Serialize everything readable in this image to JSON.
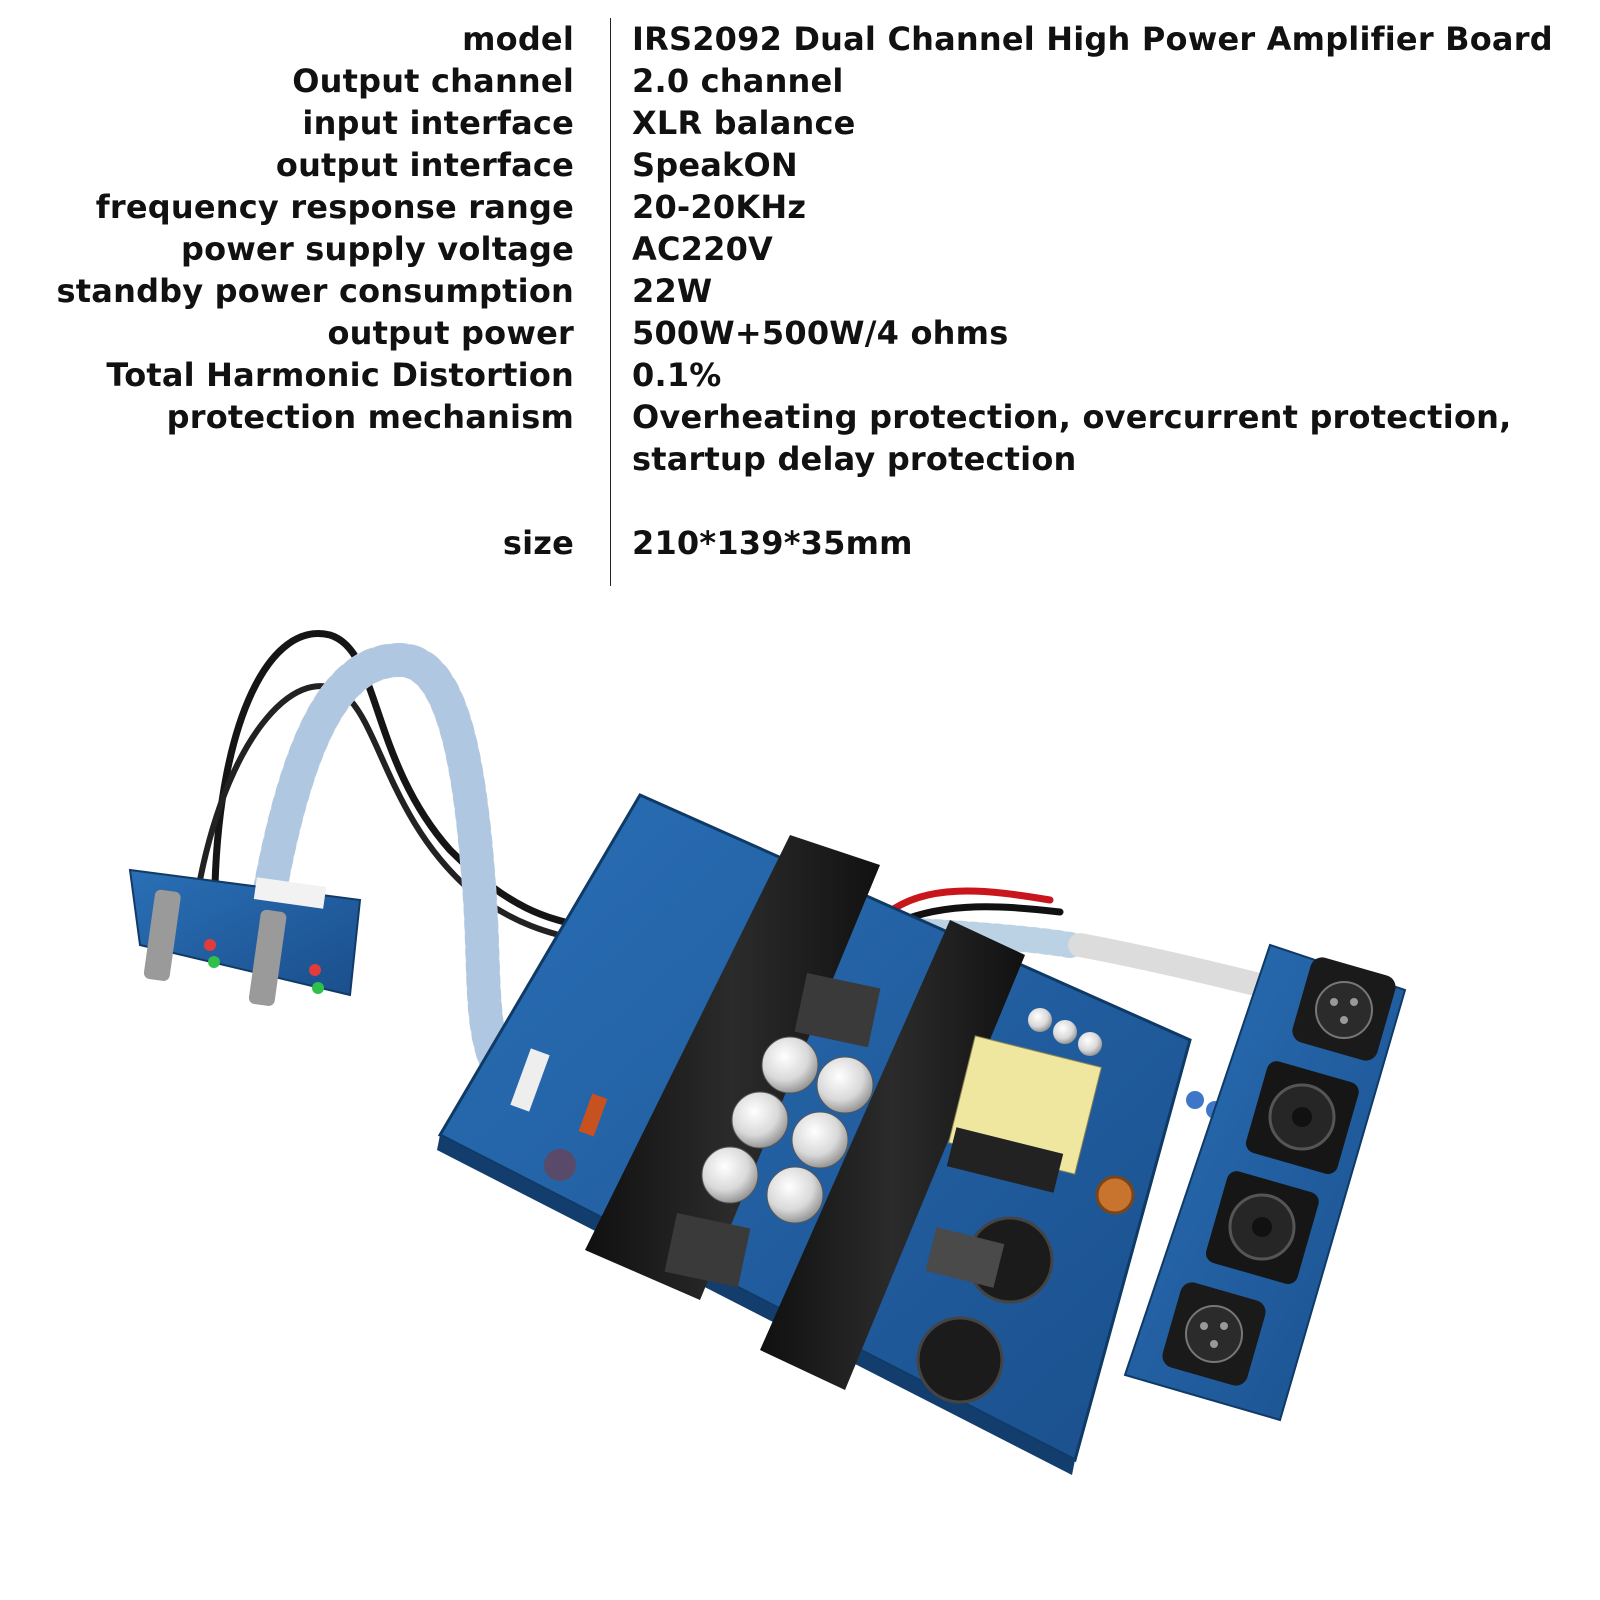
{
  "specs": [
    {
      "label": "model",
      "value": "IRS2092 Dual Channel High Power Amplifier Board"
    },
    {
      "label": "Output channel",
      "value": "2.0 channel"
    },
    {
      "label": "input interface",
      "value": "XLR balance"
    },
    {
      "label": "output interface",
      "value": "SpeakON"
    },
    {
      "label": "frequency response range",
      "value": "20-20KHz"
    },
    {
      "label": "power supply voltage",
      "value": "AC220V"
    },
    {
      "label": "standby power consumption",
      "value": "22W"
    },
    {
      "label": "output power",
      "value": "500W+500W/4 ohms"
    },
    {
      "label": "Total Harmonic Distortion",
      "value": "0.1%"
    },
    {
      "label": "protection mechanism",
      "value": "Overheating protection, overcurrent protection, startup delay protection"
    },
    {
      "label": "size",
      "value": "210*139*35mm"
    }
  ],
  "colors": {
    "pcb": "#1f5fa3",
    "pcb_dark": "#184a82",
    "heatsink": "#1c1c1c",
    "transformer": "#efe7a0"
  }
}
